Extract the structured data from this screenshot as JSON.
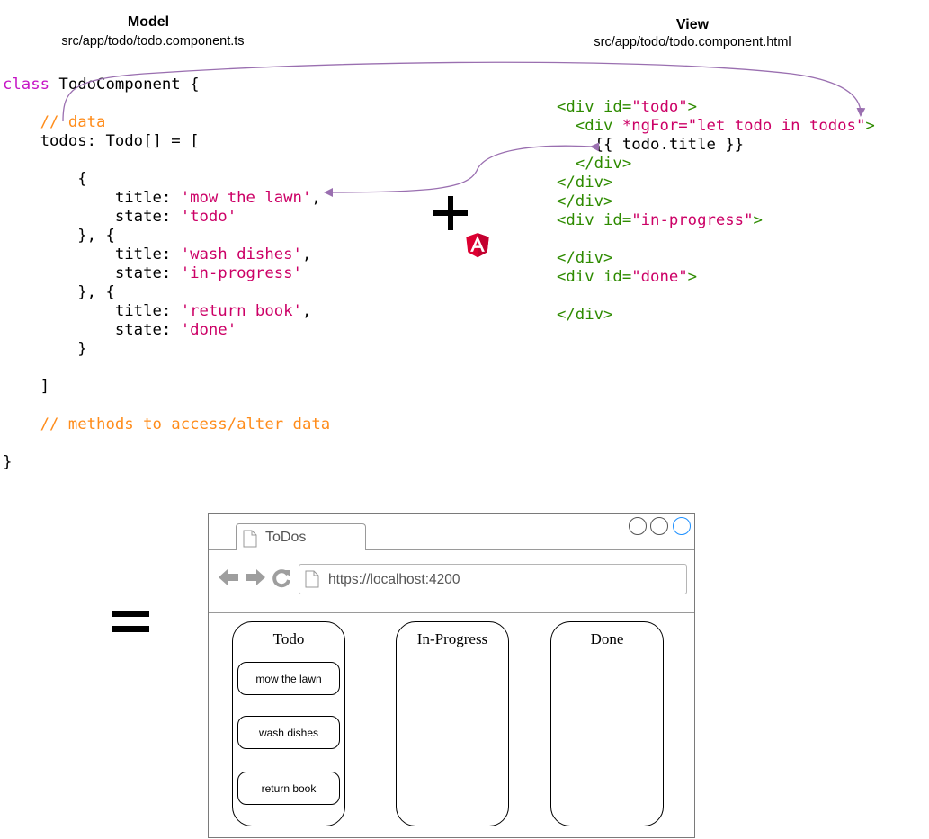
{
  "model": {
    "title": "Model",
    "path": "src/app/todo/todo.component.ts"
  },
  "view": {
    "title": "View",
    "path": "src/app/todo/todo.component.html"
  },
  "code": {
    "class_kw": "class",
    "class_rest": " TodoComponent {",
    "comment_data": "// data",
    "todos_decl": "    todos: Todo[] = [",
    "open_brace": "        {",
    "title_key": "            title: ",
    "state_key": "            state: ",
    "item1_title": "'mow the lawn'",
    "item1_state": "'todo'",
    "sep1": "        }, {",
    "item2_title": "'wash dishes'",
    "item2_state": "'in-progress'",
    "sep2": "        }, {",
    "item3_title": "'return book'",
    "item3_state": "'done'",
    "close_brace": "        }",
    "close_bracket": "    ]",
    "comment_methods": "// methods to access/alter data",
    "close_class": "}"
  },
  "html_code": {
    "div_todo_open": "<div id=",
    "div_todo_id": "\"todo\"",
    "div_todo_end": ">",
    "ngfor_open": "  <div ",
    "ngfor_attr": "*ngFor=",
    "ngfor_val": "\"let todo in todos\"",
    "ngfor_end": ">",
    "interp": "    {{ todo.title }}",
    "close1": "  </div>",
    "close2": "</div>",
    "close3": "</div>",
    "div_inprog_open": "<div id=",
    "div_inprog_id": "\"in-progress\"",
    "div_inprog_end": ">",
    "close4": "</div>",
    "div_done_open": "<div id=",
    "div_done_id": "\"done\"",
    "div_done_end": ">",
    "close5": "</div>"
  },
  "browser": {
    "tab_title": "ToDos",
    "url": "https://localhost:4200",
    "columns": [
      {
        "title": "Todo",
        "cards": [
          "mow the lawn",
          "wash dishes",
          "return book"
        ]
      },
      {
        "title": "In-Progress",
        "cards": []
      },
      {
        "title": "Done",
        "cards": []
      }
    ]
  },
  "colors": {
    "keyword": "#c615c6",
    "string": "#cc0066",
    "comment": "#ff8c1a",
    "html_tag": "#2e8b00",
    "arrow": "#9a6fb0",
    "angular_red": "#dd0031",
    "window_button_accent": "#1e90ff"
  },
  "icons": [
    "angular-logo-icon",
    "plus-icon",
    "equals-icon",
    "back-arrow-icon",
    "forward-arrow-icon",
    "reload-icon",
    "document-icon"
  ]
}
